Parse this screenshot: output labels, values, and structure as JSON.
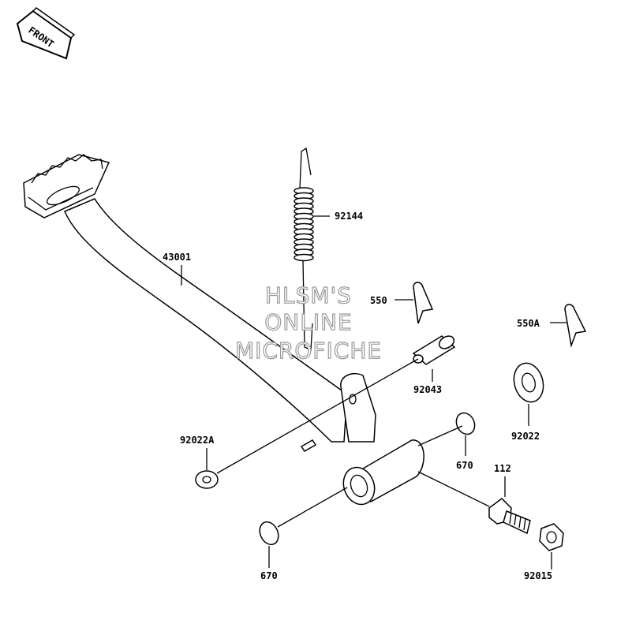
{
  "orientation": {
    "label": "FRONT",
    "icon": "front-arrow-icon"
  },
  "watermark": {
    "line1": "HLSM'S",
    "line2": "ONLINE",
    "line3": "MICROFICHE"
  },
  "callouts": {
    "pedal": "43001",
    "spring": "92144",
    "cotter_pin": "550",
    "cotter_pin_alt": "550A",
    "pin": "92043",
    "washer_left": "92022A",
    "washer_right": "92022",
    "o_ring_right": "670",
    "o_ring_left": "670",
    "bolt": "112",
    "nut": "92015"
  }
}
